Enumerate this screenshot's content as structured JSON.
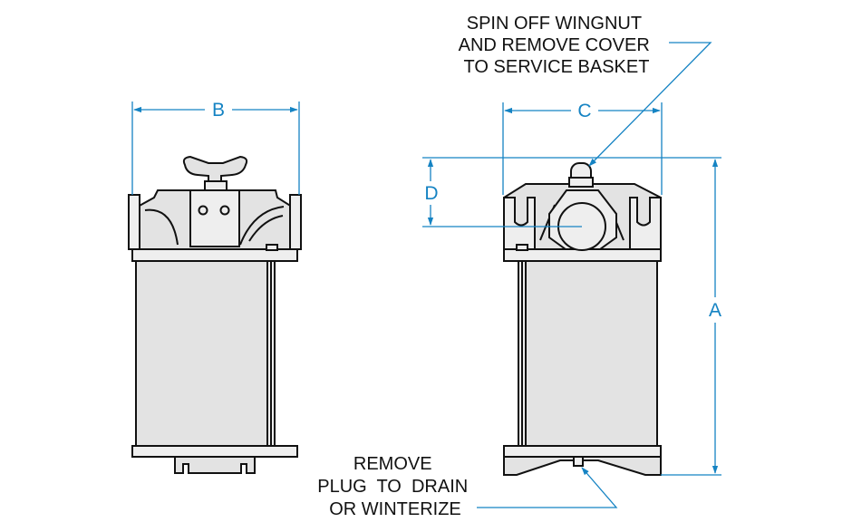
{
  "annotations": {
    "wingnut_note": [
      "SPIN OFF WINGNUT",
      "AND REMOVE COVER",
      "TO SERVICE BASKET"
    ],
    "drain_note": [
      "REMOVE",
      "PLUG  TO  DRAIN",
      "OR WINTERIZE"
    ]
  },
  "dimensions": {
    "a": "A",
    "b": "B",
    "c": "C",
    "d": "D"
  },
  "colors": {
    "dimension_lines": "#1583c3",
    "outline": "#111111",
    "body_fill": "#e3e3e3"
  }
}
